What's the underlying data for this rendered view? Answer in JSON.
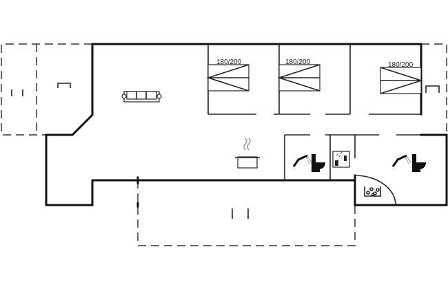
{
  "plan": {
    "bedrooms": [
      {
        "bed_label": "180/200"
      },
      {
        "bed_label": "180/200"
      },
      {
        "bed_label": "180/200"
      }
    ],
    "icons": [
      "sofa-icon",
      "cooking-pot-icon",
      "shower-icon",
      "toilet-icon",
      "sauna-icon",
      "hot-tub-icon"
    ]
  }
}
